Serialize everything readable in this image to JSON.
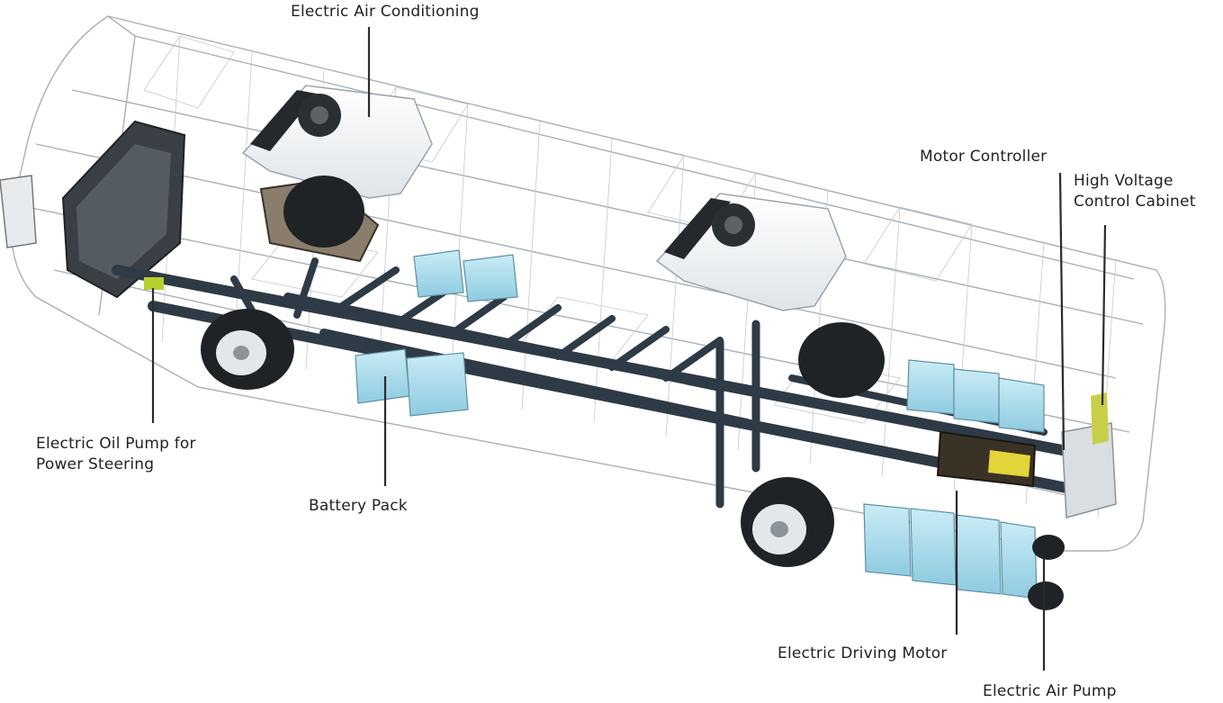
{
  "labels": {
    "air_conditioning": "Electric Air Conditioning",
    "motor_controller": "Motor Controller",
    "hv_cabinet_line1": "High Voltage",
    "hv_cabinet_line2": "Control Cabinet",
    "oil_pump_line1": "Electric Oil Pump for",
    "oil_pump_line2": "Power Steering",
    "battery_pack": "Battery Pack",
    "driving_motor": "Electric Driving Motor",
    "air_pump": "Electric Air Pump"
  },
  "colors": {
    "battery": "#a9d8ea",
    "frame": "#2e3a45",
    "wireframe": "#9aa4ad",
    "leader_line": "#2b2b2b"
  }
}
